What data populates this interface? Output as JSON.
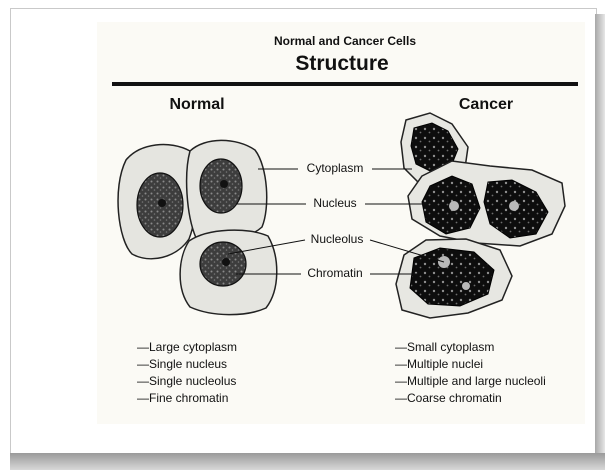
{
  "header": {
    "title": "Normal and Cancer Cells",
    "subtitle": "Structure"
  },
  "columns": {
    "normal": "Normal",
    "cancer": "Cancer"
  },
  "labels": {
    "cytoplasm": "Cytoplasm",
    "nucleus": "Nucleus",
    "nucleolus": "Nucleolus",
    "chromatin": "Chromatin"
  },
  "normal_features": [
    "Large cytoplasm",
    "Single nucleus",
    "Single nucleolus",
    "Fine chromatin"
  ],
  "cancer_features": [
    "Small cytoplasm",
    "Multiple nuclei",
    "Multiple and large nucleoli",
    "Coarse chromatin"
  ]
}
